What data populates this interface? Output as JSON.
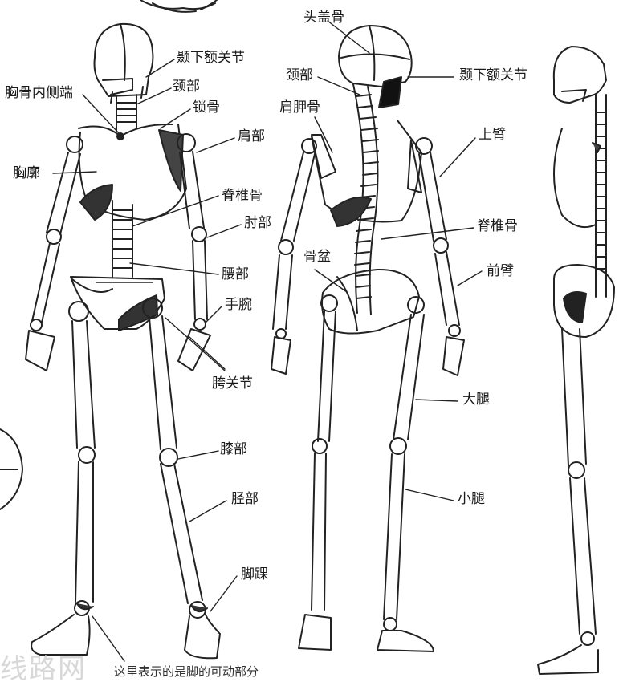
{
  "labels": {
    "front": {
      "tmj": "颞下额关节",
      "sternum_end": "胸骨内侧端",
      "neck": "颈部",
      "clavicle": "锁骨",
      "shoulder": "肩部",
      "ribcage": "胸廓",
      "spine": "脊椎骨",
      "elbow": "肘部",
      "waist": "腰部",
      "wrist": "手腕",
      "hip_joint": "胯关节",
      "knee": "膝部",
      "shin": "胫部",
      "ankle": "脚踝"
    },
    "back": {
      "skull": "头盖骨",
      "neck": "颈部",
      "tmj": "颞下额关节",
      "scapula": "肩胛骨",
      "upper_arm": "上臂",
      "spine": "脊椎骨",
      "pelvis": "骨盆",
      "forearm": "前臂",
      "thigh": "大腿",
      "calf": "小腿"
    }
  },
  "caption": "这里表示的是脚的可动部分",
  "watermark": "线路网"
}
